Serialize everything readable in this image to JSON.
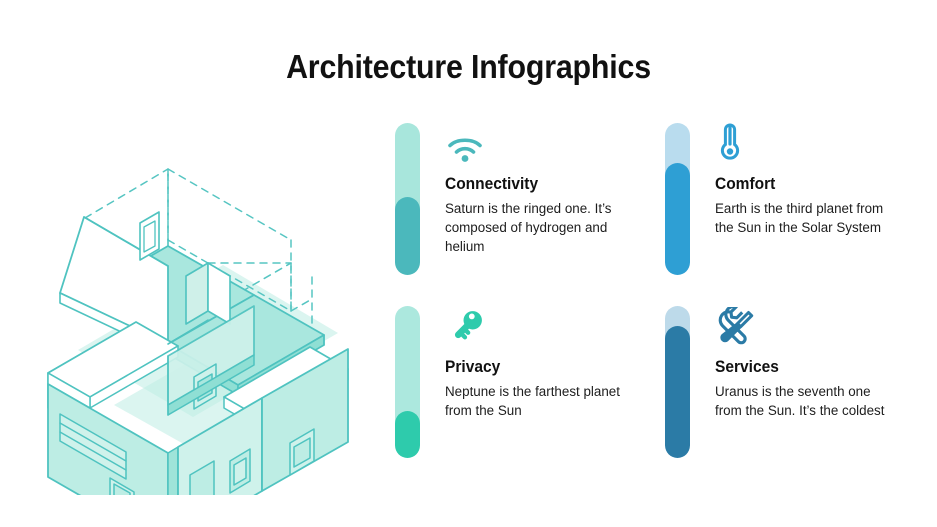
{
  "header": {
    "title": "Architecture Infographics"
  },
  "illustration": {
    "name": "isometric-house-blueprint",
    "stroke_color": "#4FC3C0",
    "fill_color": "#A9E7DE",
    "shadow_color": "#BEEDE4"
  },
  "cards": [
    {
      "id": "connectivity",
      "icon": "wifi-icon",
      "title": "Connectivity",
      "text": "Saturn is the ringed one. It’s composed of hydrogen and helium",
      "bar_track_color": "#A8E6DC",
      "bar_fill_color": "#4BB8BC",
      "bar_fill_percent": 51,
      "icon_color": "#4BB8BC"
    },
    {
      "id": "comfort",
      "icon": "thermometer-icon",
      "title": "Comfort",
      "text": "Earth is the third planet from the Sun in the Solar System",
      "bar_track_color": "#B9DCEE",
      "bar_fill_color": "#2E9FD4",
      "bar_fill_percent": 74,
      "icon_color": "#2E9FD4"
    },
    {
      "id": "privacy",
      "icon": "key-icon",
      "title": "Privacy",
      "text": "Neptune is the farthest planet from the Sun",
      "bar_track_color": "#ACE8DE",
      "bar_fill_color": "#2ECBAC",
      "bar_fill_percent": 31,
      "icon_color": "#2ECBAC"
    },
    {
      "id": "services",
      "icon": "tools-icon",
      "title": "Services",
      "text": "Uranus is the seventh one from the Sun. It’s the coldest",
      "bar_track_color": "#BDDAEA",
      "bar_fill_color": "#2B7BA6",
      "bar_fill_percent": 87,
      "icon_color": "#2B7BA6"
    }
  ]
}
